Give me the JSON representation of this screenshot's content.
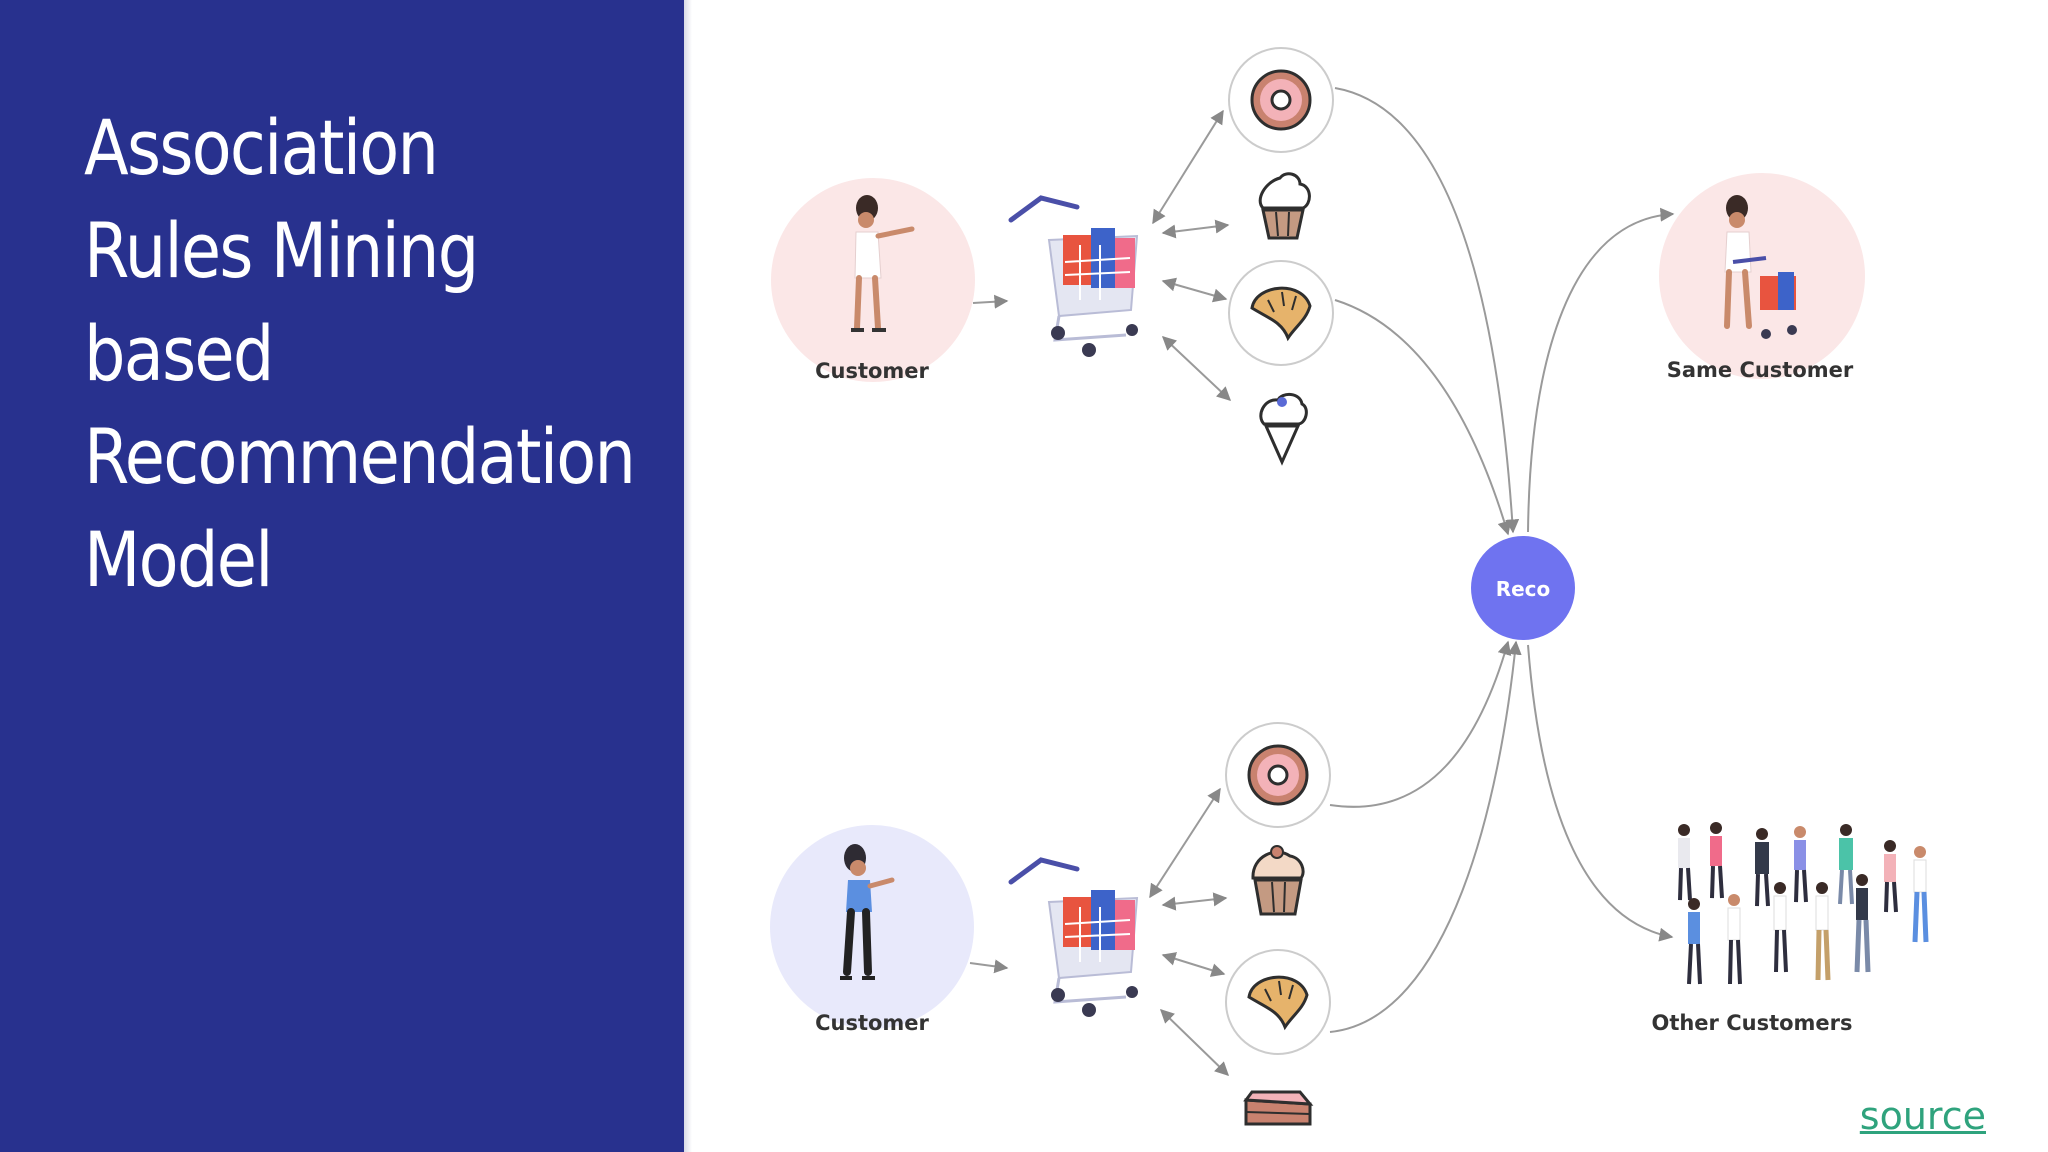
{
  "title": "Association Rules Mining based Recommendation Model",
  "colors": {
    "panel": "#28318e",
    "reco": "#6f73f0",
    "customer_pink": "#fbe7e7",
    "customer_blue": "#e8e9fb",
    "link": "#2fa37d"
  },
  "diagram": {
    "customer_top": "Customer",
    "customer_bottom": "Customer",
    "same_customer": "Same Customer",
    "other_customers": "Other Customers",
    "reco": "Reco",
    "top_items": [
      "donut-icon",
      "cupcake-icon",
      "croissant-icon",
      "ice-cream-icon"
    ],
    "bottom_items": [
      "donut-icon",
      "muffin-icon",
      "croissant-icon",
      "cake-slice-icon"
    ]
  },
  "source_link": "source"
}
